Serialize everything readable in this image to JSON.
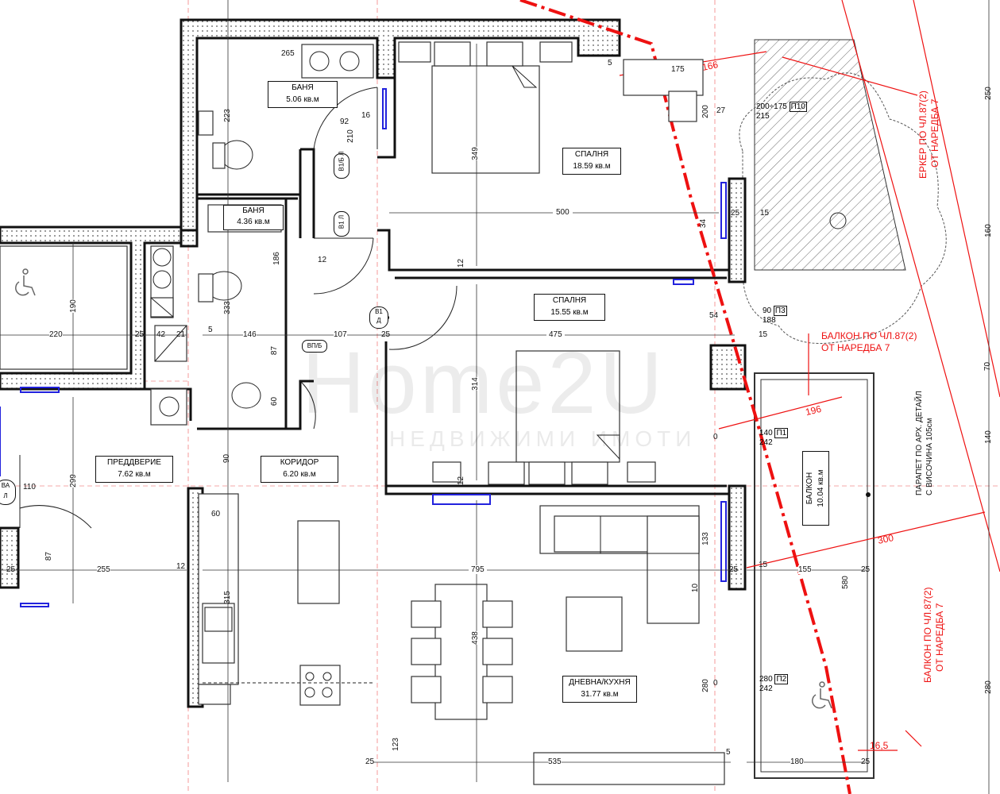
{
  "rooms": [
    {
      "name": "БАНЯ",
      "area": "5.06 кв.м"
    },
    {
      "name": "СПАЛНЯ",
      "area": "18.59 кв.м"
    },
    {
      "name": "БАНЯ",
      "area": "4.36 кв.м"
    },
    {
      "name": "СПАЛНЯ",
      "area": "15.55 кв.м"
    },
    {
      "name": "ПРЕДДВЕРИЕ",
      "area": "7.62 кв.м"
    },
    {
      "name": "КОРИДОР",
      "area": "6.20 кв.м"
    },
    {
      "name": "ДНЕВНА/КУХНЯ",
      "area": "31.77 кв.м"
    },
    {
      "name": "БАЛКОН",
      "area": "10.04 кв.м"
    }
  ],
  "annotations": {
    "erker": [
      "ЕРКЕР ПО ЧЛ.87(2)",
      "ОТ НАРЕДБА 7"
    ],
    "balcony_upper": [
      "БАЛКОН ПО ЧЛ.87(2)",
      "ОТ НАРЕДБА 7"
    ],
    "balcony_lower": [
      "БАЛКОН ПО ЧЛ.87(2)",
      "ОТ НАРЕДБА 7"
    ],
    "parapet": [
      "ПАРАПЕТ ПО АРХ. ДЕТАЙЛ",
      "С ВИСОЧИНА 105см"
    ],
    "red_dims": [
      "166",
      "196",
      "300",
      "16,5"
    ]
  },
  "windows": [
    {
      "top": "200÷175",
      "bottom": "215",
      "code": "П10"
    },
    {
      "top": "90",
      "bottom": "188",
      "code": "П3"
    },
    {
      "top": "140",
      "bottom": "242",
      "code": "П1"
    },
    {
      "top": "280",
      "bottom": "242",
      "code": "П2"
    }
  ],
  "doors": [
    {
      "code": "В1/Б",
      "side": "Л"
    },
    {
      "code": "В1",
      "side": "Л"
    },
    {
      "code": "В1",
      "side": "Д"
    },
    {
      "code": "ВП/Б",
      "side": ""
    },
    {
      "code": "ВА",
      "side": "Л"
    }
  ],
  "dimensions": {
    "d1": "265",
    "d2": "223",
    "d3": "92",
    "d4": "16",
    "d5": "210",
    "d6": "349",
    "d7": "500",
    "d8": "175",
    "d9": "200",
    "d10": "27",
    "d11": "25",
    "d12": "15",
    "d13": "34",
    "d14": "186",
    "d15": "333",
    "d16": "146",
    "d17": "107",
    "d18": "475",
    "d19": "220",
    "d20": "190",
    "d21": "42",
    "d22": "87",
    "d23": "60",
    "d24": "314",
    "d25": "299",
    "d26": "110",
    "d27": "255",
    "d28": "795",
    "d29": "155",
    "d30": "580",
    "d31": "438",
    "d32": "535",
    "d33": "180",
    "d34": "123",
    "d35": "280",
    "d36": "133",
    "d37": "315",
    "d38": "12",
    "d39": "90",
    "d40": "5",
    "d41": "54",
    "d42": "10",
    "d43": "0",
    "d44": "250",
    "d45": "160",
    "d46": "70",
    "d47": "140",
    "d48": "21"
  },
  "watermark": {
    "brand": "Home2U",
    "sub": "НЕДВИЖИМИ ИМОТИ"
  }
}
